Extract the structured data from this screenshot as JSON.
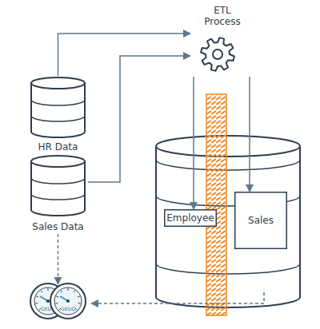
{
  "diagram": {
    "nodes": [
      {
        "text": [
          "ETL Process"
        ]
      },
      {
        "text": [
          "HR Data"
        ]
      },
      {
        "text": [
          "Sales Data"
        ]
      },
      {
        "text": [
          "Employee"
        ]
      },
      {
        "text": [
          "Sales"
        ]
      },
      {
        "text": [
          "GEDQ"
        ]
      },
      {
        "text": [
          "GEDQ"
        ]
      }
    ],
    "edges": [
      {
        "from": 1,
        "to": 0,
        "arrow": "to"
      },
      {
        "from": 2,
        "to": 0,
        "arrow": "to"
      },
      {
        "from": 0,
        "to": 3,
        "arrow": "to"
      },
      {
        "from": 0,
        "to": 4,
        "arrow": "to"
      },
      {
        "from": 2,
        "to": 5,
        "arrow": "to"
      }
    ]
  }
}
